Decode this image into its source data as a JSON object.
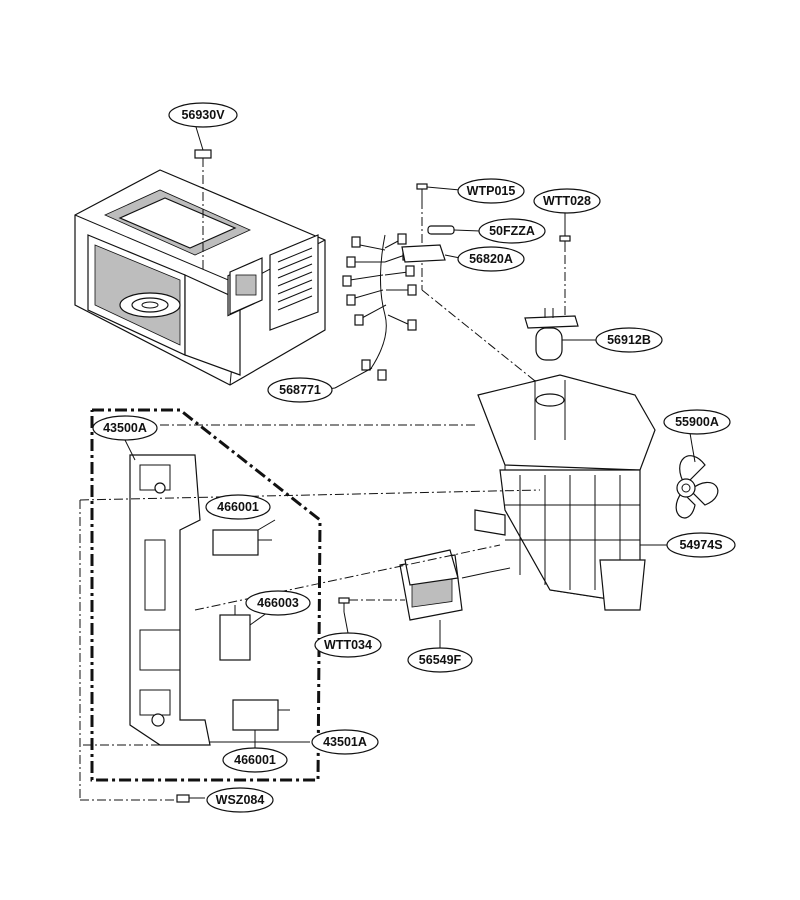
{
  "parts": [
    {
      "id": "p56930V",
      "label": "56930V"
    },
    {
      "id": "pWTP015",
      "label": "WTP015"
    },
    {
      "id": "pWTT028",
      "label": "WTT028"
    },
    {
      "id": "p50FZZA",
      "label": "50FZZA"
    },
    {
      "id": "p56820A",
      "label": "56820A"
    },
    {
      "id": "p56912B",
      "label": "56912B"
    },
    {
      "id": "p568771",
      "label": "568771"
    },
    {
      "id": "p43500A",
      "label": "43500A"
    },
    {
      "id": "p55900A",
      "label": "55900A"
    },
    {
      "id": "p466001a",
      "label": "466001"
    },
    {
      "id": "p54974S",
      "label": "54974S"
    },
    {
      "id": "p466003",
      "label": "466003"
    },
    {
      "id": "pWTT034",
      "label": "WTT034"
    },
    {
      "id": "p56549F",
      "label": "56549F"
    },
    {
      "id": "p466001b",
      "label": "466001"
    },
    {
      "id": "p43501A",
      "label": "43501A"
    },
    {
      "id": "pWSZ084",
      "label": "WSZ084"
    }
  ]
}
